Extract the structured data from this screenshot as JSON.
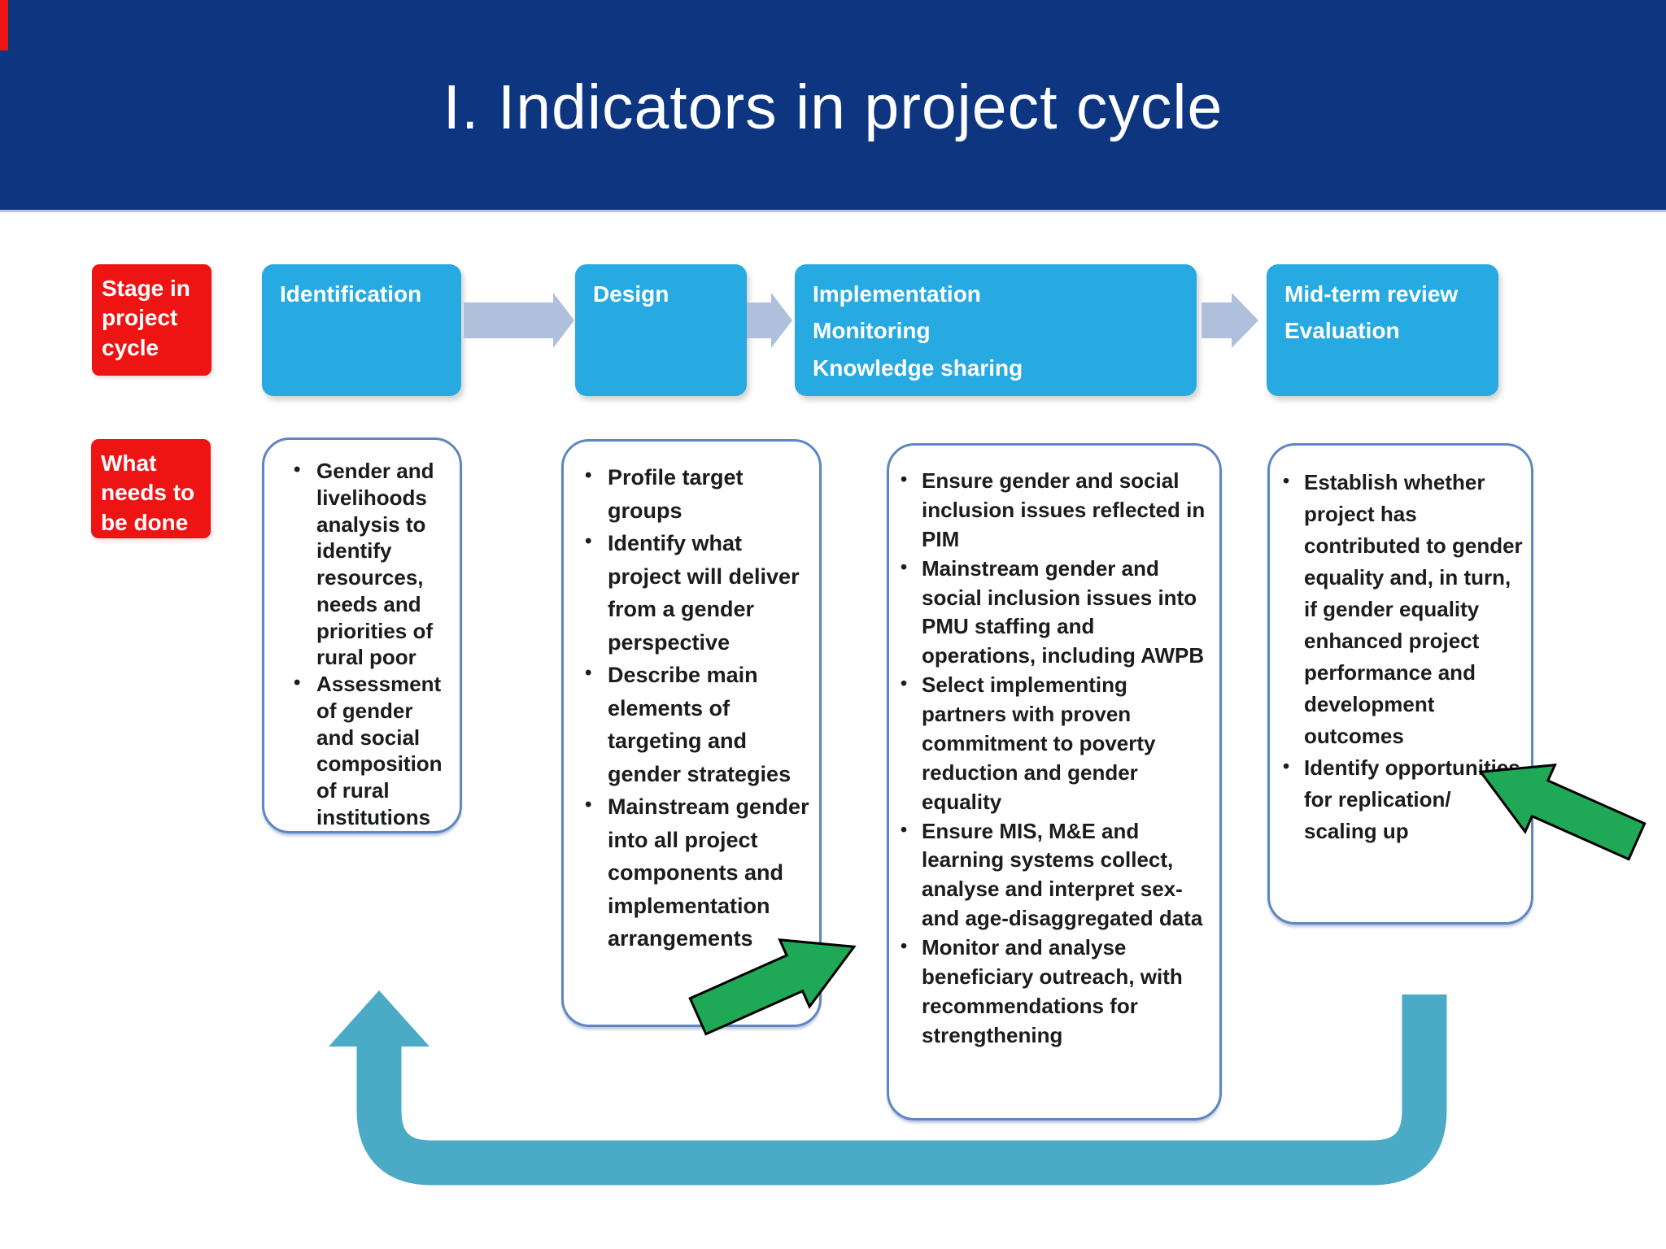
{
  "slide": {
    "title": "I. Indicators in project cycle",
    "bullet_char": "•",
    "row_labels": {
      "stage": "Stage in project cycle",
      "what": "What needs to be done"
    },
    "stages": [
      {
        "lines": [
          "Identification"
        ]
      },
      {
        "lines": [
          "Design"
        ]
      },
      {
        "lines": [
          "Implementation",
          "Monitoring",
          "Knowledge sharing"
        ]
      },
      {
        "lines": [
          "Mid-term review",
          "Evaluation"
        ]
      }
    ],
    "columns": [
      {
        "bullets": [
          "Gender and livelihoods analysis to identify resources, needs and priorities of rural poor",
          "Assessment of gender and social composition of rural institutions"
        ]
      },
      {
        "bullets": [
          "Profile target groups",
          "Identify what project will deliver from a gender perspective",
          "Describe main elements of targeting and gender strategies",
          "Mainstream gender into all project components and implementation arrangements"
        ]
      },
      {
        "bullets": [
          "Ensure gender and social inclusion issues reflected in PIM",
          "Mainstream gender and social inclusion issues into PMU staffing and operations, including AWPB",
          "Select implementing partners with proven commitment to poverty reduction and gender equality",
          "Ensure MIS, M&E and learning systems collect, analyse and interpret sex- and age-disaggregated data",
          "Monitor and analyse beneficiary outreach, with recommendations for strengthening"
        ]
      },
      {
        "bullets": [
          "Establish whether project has contributed to gender equality and, in turn, if gender equality enhanced project performance and development outcomes",
          "Identify opportunities for replication/ scaling up"
        ]
      }
    ],
    "colors": {
      "header_bg": "#0E3580",
      "stage_bg": "#27AAE1",
      "label_bg": "#EE1414",
      "flow_arrow": "#AFC0DC",
      "box_border": "#5E86C2",
      "loop_arrow": "#4BAAC6",
      "green_arrow": "#1FA855",
      "text": "#1C1C1C",
      "title_text": "#FFFFFF"
    }
  }
}
